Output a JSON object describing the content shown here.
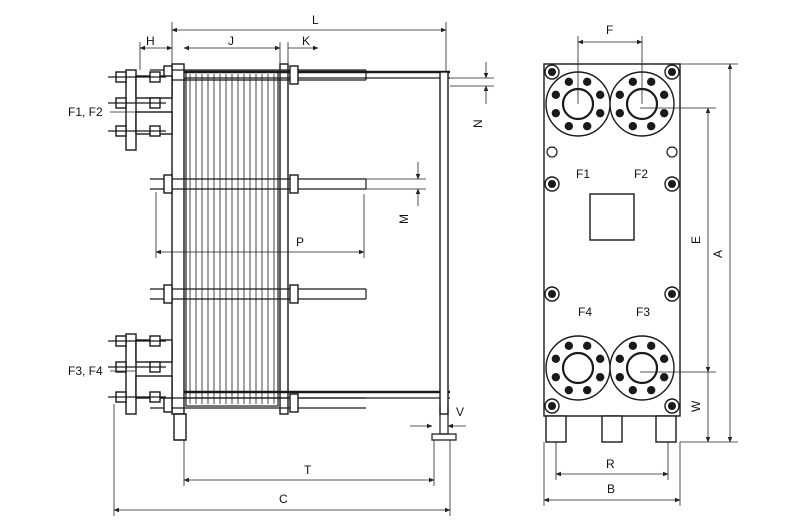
{
  "dimensions": {
    "L": "L",
    "H": "H",
    "J": "J",
    "K": "K",
    "N": "N",
    "M": "M",
    "P": "P",
    "T": "T",
    "C": "C",
    "V": "V",
    "F": "F",
    "E": "E",
    "A": "A",
    "W": "W",
    "R": "R",
    "B": "B"
  },
  "ports": {
    "side_top": "F1, F2",
    "side_bottom": "F3, F4",
    "F1": "F1",
    "F2": "F2",
    "F3": "F3",
    "F4": "F4"
  }
}
